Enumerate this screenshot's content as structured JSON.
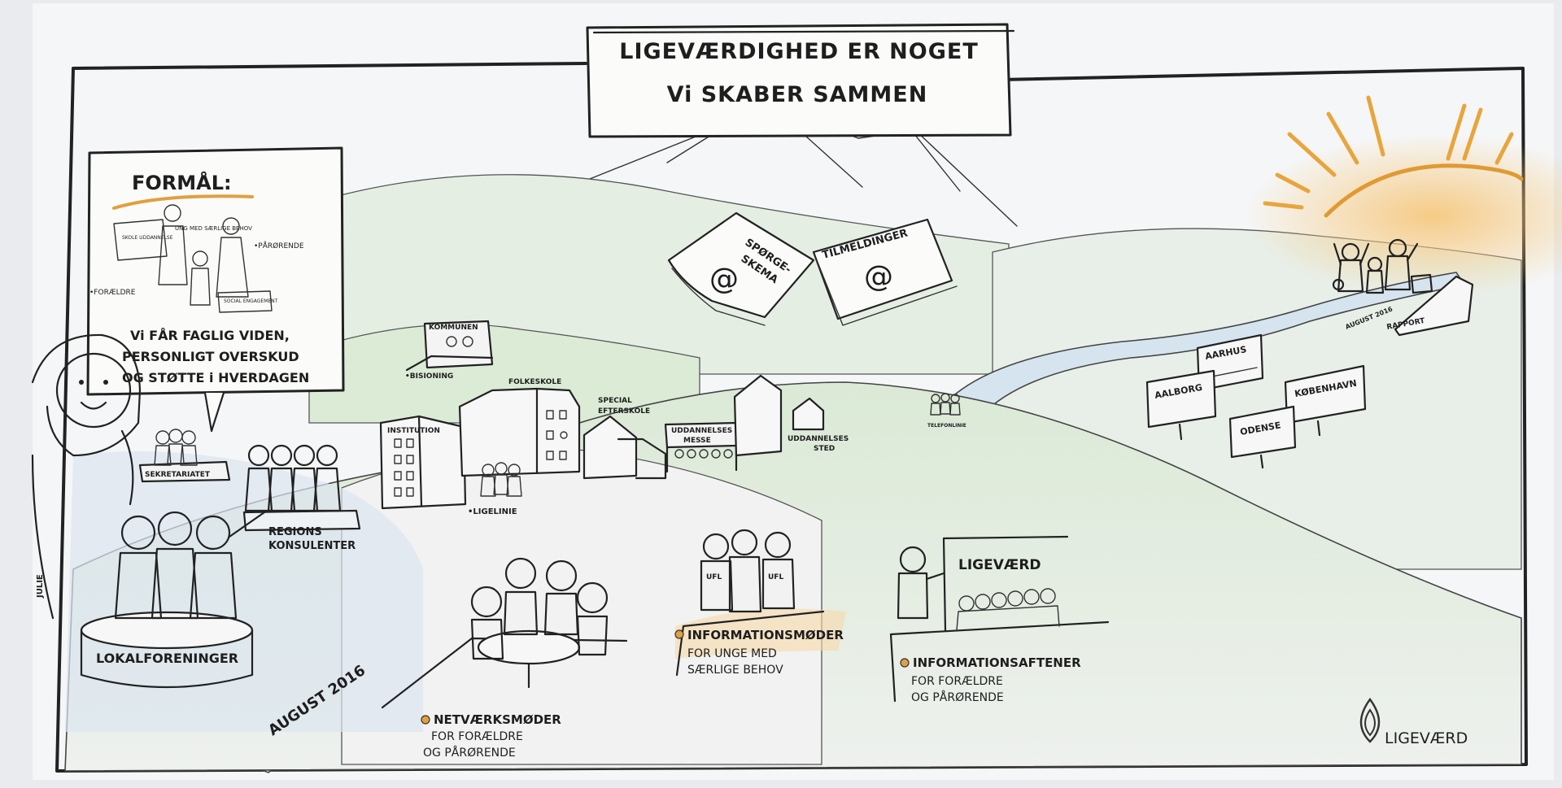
{
  "title": {
    "line1": "LIGEVÆRDIGHED ER NOGET",
    "line2": "Vi SKABER SAMMEN"
  },
  "purpose": {
    "heading": "FORMÅL:",
    "small_labels": {
      "school": "SKOLE UDDANNELSE",
      "young": "UNG MED SÆRLIGE BEHOV",
      "relatives": "•PÅRØRENDE",
      "parents": "•FORÆLDRE",
      "box": "SOCIAL ENGAGEMENT"
    },
    "text_lines": [
      "Vi FÅR FAGLIG VIDEN,",
      "PERSONLIGT OVERSKUD",
      "OG STØTTE i HVERDAGEN"
    ]
  },
  "survey_cards": {
    "card1": "SPØRGE- SKEMA",
    "card1_a": "SPØRGE-",
    "card1_b": "SKEMA",
    "card2": "TILMELDINGER",
    "at": "@"
  },
  "groups": {
    "secretariat": "SEKRETARIATET",
    "regional_1": "REGIONS",
    "regional_2": "KONSULENTER",
    "local": "LOKALFORENINGER",
    "artist": "JULIE"
  },
  "town": {
    "municipality": "KOMMUNEN",
    "visitation": "•BISIONING",
    "institution": "INSTITUTION",
    "folkeskole": "FOLKESKOLE",
    "special_1": "SPECIAL",
    "special_2": "EFTERSKOLE",
    "fair_1": "UDDANNELSES",
    "fair_2": "MESSE",
    "place_1": "UDDANNELSES",
    "place_2": "STED",
    "ligelinie": "•LIGELINIE",
    "telephone": "TELEFONLINIE"
  },
  "cities": {
    "aarhus": "AARHUS",
    "aalborg": "AALBORG",
    "copenhagen": "KØBENHAVN",
    "odense": "ODENSE",
    "august_road": "AUGUST 2016",
    "report": "RAPPORT"
  },
  "timeline_start": "AUGUST 2016",
  "events": {
    "network": {
      "title": "NETVÆRKSMØDER",
      "sub1": "FOR FORÆLDRE",
      "sub2": "OG PÅRØRENDE"
    },
    "info_meetings": {
      "title": "INFORMATIONSMØDER",
      "sub1": "FOR UNGE MED",
      "sub2": "SÆRLIGE BEHOV"
    },
    "info_evenings": {
      "title": "INFORMATIONSAFTENER",
      "sub1": "FOR FORÆLDRE",
      "sub2": "OG PÅRØRENDE"
    },
    "ufl": "UFL",
    "board": "LIGEVÆRD"
  },
  "logo": {
    "text": "LIGEVÆRD"
  },
  "colors": {
    "accent": "#e8a53c",
    "hill_green": "#d6e7d0",
    "sky_blue": "#d3e1ee"
  }
}
